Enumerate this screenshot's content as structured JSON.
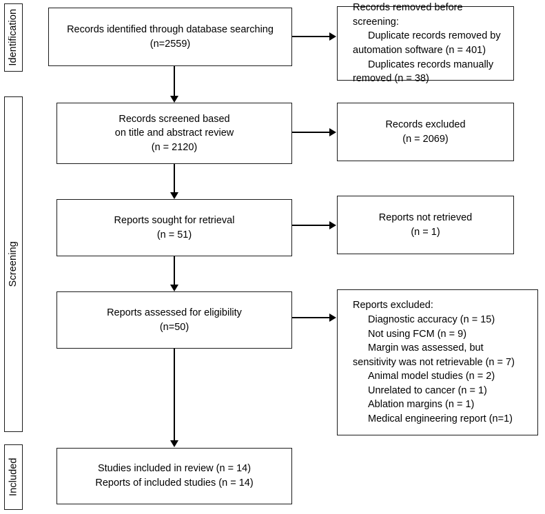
{
  "diagram": {
    "title": "PRISMA flow diagram",
    "stages": [
      {
        "id": "identification",
        "label": "Identification"
      },
      {
        "id": "screening",
        "label": "Screening"
      },
      {
        "id": "included",
        "label": "Included"
      }
    ],
    "boxes": {
      "records_identified": {
        "lines": [
          "Records identified through database searching",
          "(n=2559)"
        ]
      },
      "records_removed": {
        "lines": [
          "Records removed before screening:",
          "Duplicate records removed by",
          "automation software (n = 401)",
          "Duplicates records manually",
          "removed (n = 38)"
        ]
      },
      "records_screened": {
        "lines": [
          "Records screened based",
          "on title and abstract review",
          "(n = 2120)"
        ]
      },
      "records_excluded": {
        "lines": [
          "Records excluded",
          "(n = 2069)"
        ]
      },
      "reports_sought": {
        "lines": [
          "Reports sought for retrieval",
          "(n = 51)"
        ]
      },
      "reports_not_retrieved": {
        "lines": [
          "Reports not retrieved",
          "(n = 1)"
        ]
      },
      "reports_assessed": {
        "lines": [
          "Reports assessed for eligibility",
          "(n=50)"
        ]
      },
      "reports_excluded": {
        "heading": "Reports excluded:",
        "lines": [
          "Diagnostic accuracy (n = 15)",
          "Not using FCM (n = 9)",
          "Margin was assessed, but",
          "sensitivity was not retrievable (n = 7)",
          "Animal model studies (n = 2)",
          "Unrelated to cancer (n = 1)",
          "Ablation margins (n = 1)",
          "Medical engineering report (n=1)"
        ]
      },
      "studies_included": {
        "lines": [
          "Studies included in review (n = 14)",
          "Reports of included studies (n = 14)"
        ]
      }
    },
    "colors": {
      "border": "#1a1a1a",
      "connector": "#000000",
      "background": "#ffffff",
      "text": "#000000"
    }
  }
}
